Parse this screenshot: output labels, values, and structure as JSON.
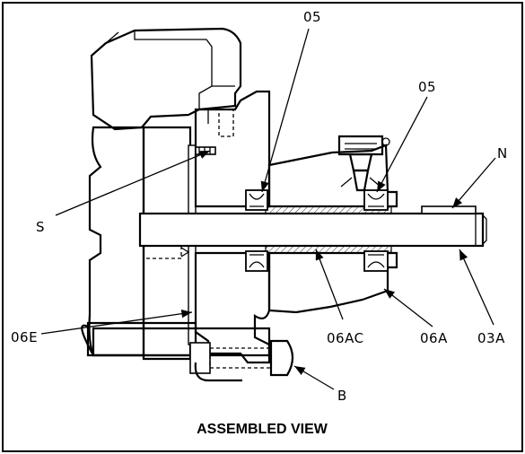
{
  "labels": {
    "seal_top_left": "05",
    "seal_top_right": "05",
    "n": "N",
    "s": "S",
    "e06": "06E",
    "ac06": "06AC",
    "a06": "06A",
    "a03": "03A",
    "b": "B"
  },
  "caption": "ASSEMBLED VIEW"
}
